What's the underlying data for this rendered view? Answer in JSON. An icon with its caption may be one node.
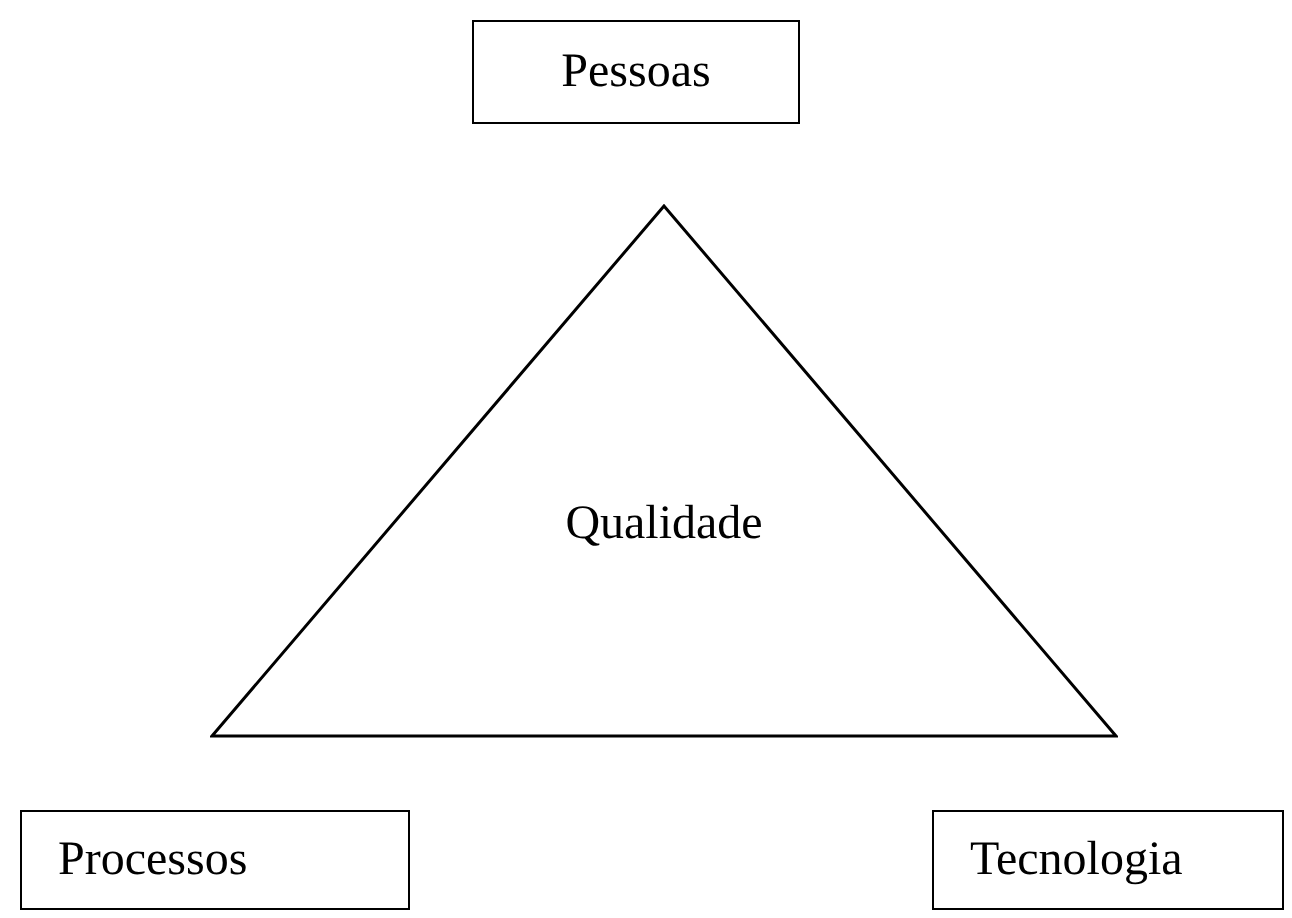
{
  "diagram": {
    "nodes": [
      {
        "text": [
          "Pessoas"
        ]
      },
      {
        "text": [
          "Qualidade"
        ]
      },
      {
        "text": [
          "Processos"
        ]
      },
      {
        "text": [
          "Tecnologia"
        ]
      }
    ]
  }
}
